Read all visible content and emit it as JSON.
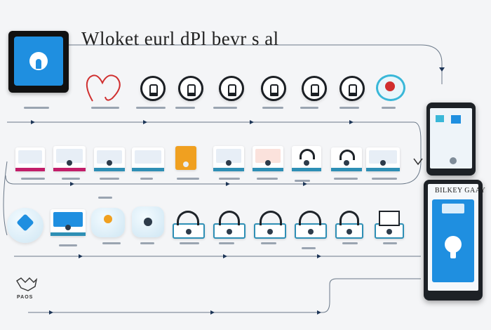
{
  "title": "Wloket eurl dPl bevr s al",
  "phone_label": "BILKEY GAAY",
  "bottom_label": "PAOS",
  "colors": {
    "accent_blue": "#1f8fe0",
    "teal": "#2e8fb5",
    "magenta": "#c21e6a",
    "red": "#d03030",
    "orange": "#f0a020",
    "line": "#5a6a7a",
    "arrow": "#1d3557"
  },
  "icons": {
    "app_icon": "keyhole-icon",
    "row1": [
      "heart-icon",
      "lock-icon",
      "lock-icon",
      "lock-icon",
      "lock-icon",
      "lock-icon",
      "lock-icon",
      "shield-icon"
    ],
    "row2": [
      "laptop-icon",
      "laptop-icon",
      "laptop-icon",
      "laptop-icon",
      "laptop-icon",
      "laptop-icon",
      "laptop-icon",
      "laptop-icon",
      "laptop-icon",
      "laptop-icon"
    ],
    "row3": [
      "shield-icon",
      "laptop-icon",
      "person-icon",
      "person-icon",
      "padlock-icon",
      "padlock-icon",
      "padlock-icon",
      "padlock-icon",
      "padlock-icon",
      "padlock-icon"
    ],
    "gear": "gear-icon",
    "phones": [
      "tablet-icon",
      "phone-lock-icon"
    ]
  }
}
